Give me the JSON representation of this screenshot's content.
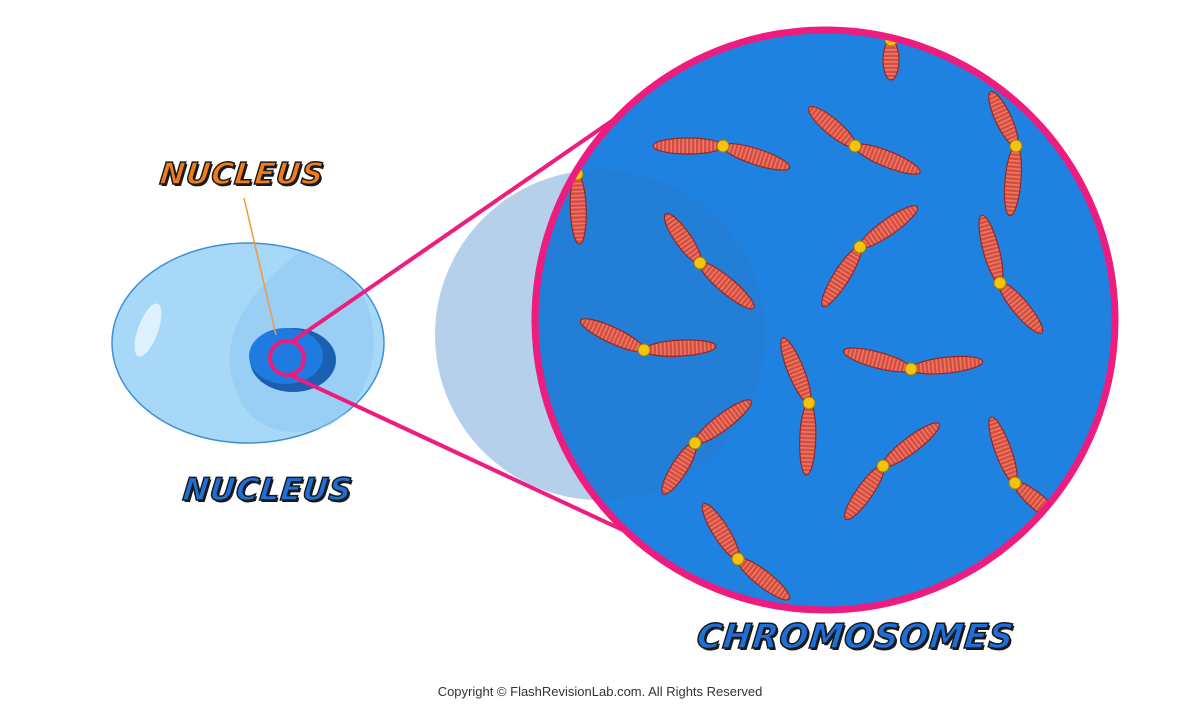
{
  "labels": {
    "nucleus_top": "NUCLEUS",
    "nucleus_bottom": "NUCLEUS",
    "chromosomes": "CHROMOSOMES"
  },
  "footer": {
    "copyright": "Copyright © FlashRevisionLab.com. All Rights Reserved"
  },
  "colors": {
    "cell_fill": "#a8d8f8",
    "cell_stroke": "#3f8fd8",
    "nucleus_fill": "#1f7be0",
    "zoom_ring": "#ee1c7f",
    "zoom_background": "#1f82e0",
    "chromosome": "#d24c4a",
    "centromere": "#f5c20e",
    "label_orange": "#f07d1a",
    "label_blue": "#1f6fd8"
  }
}
